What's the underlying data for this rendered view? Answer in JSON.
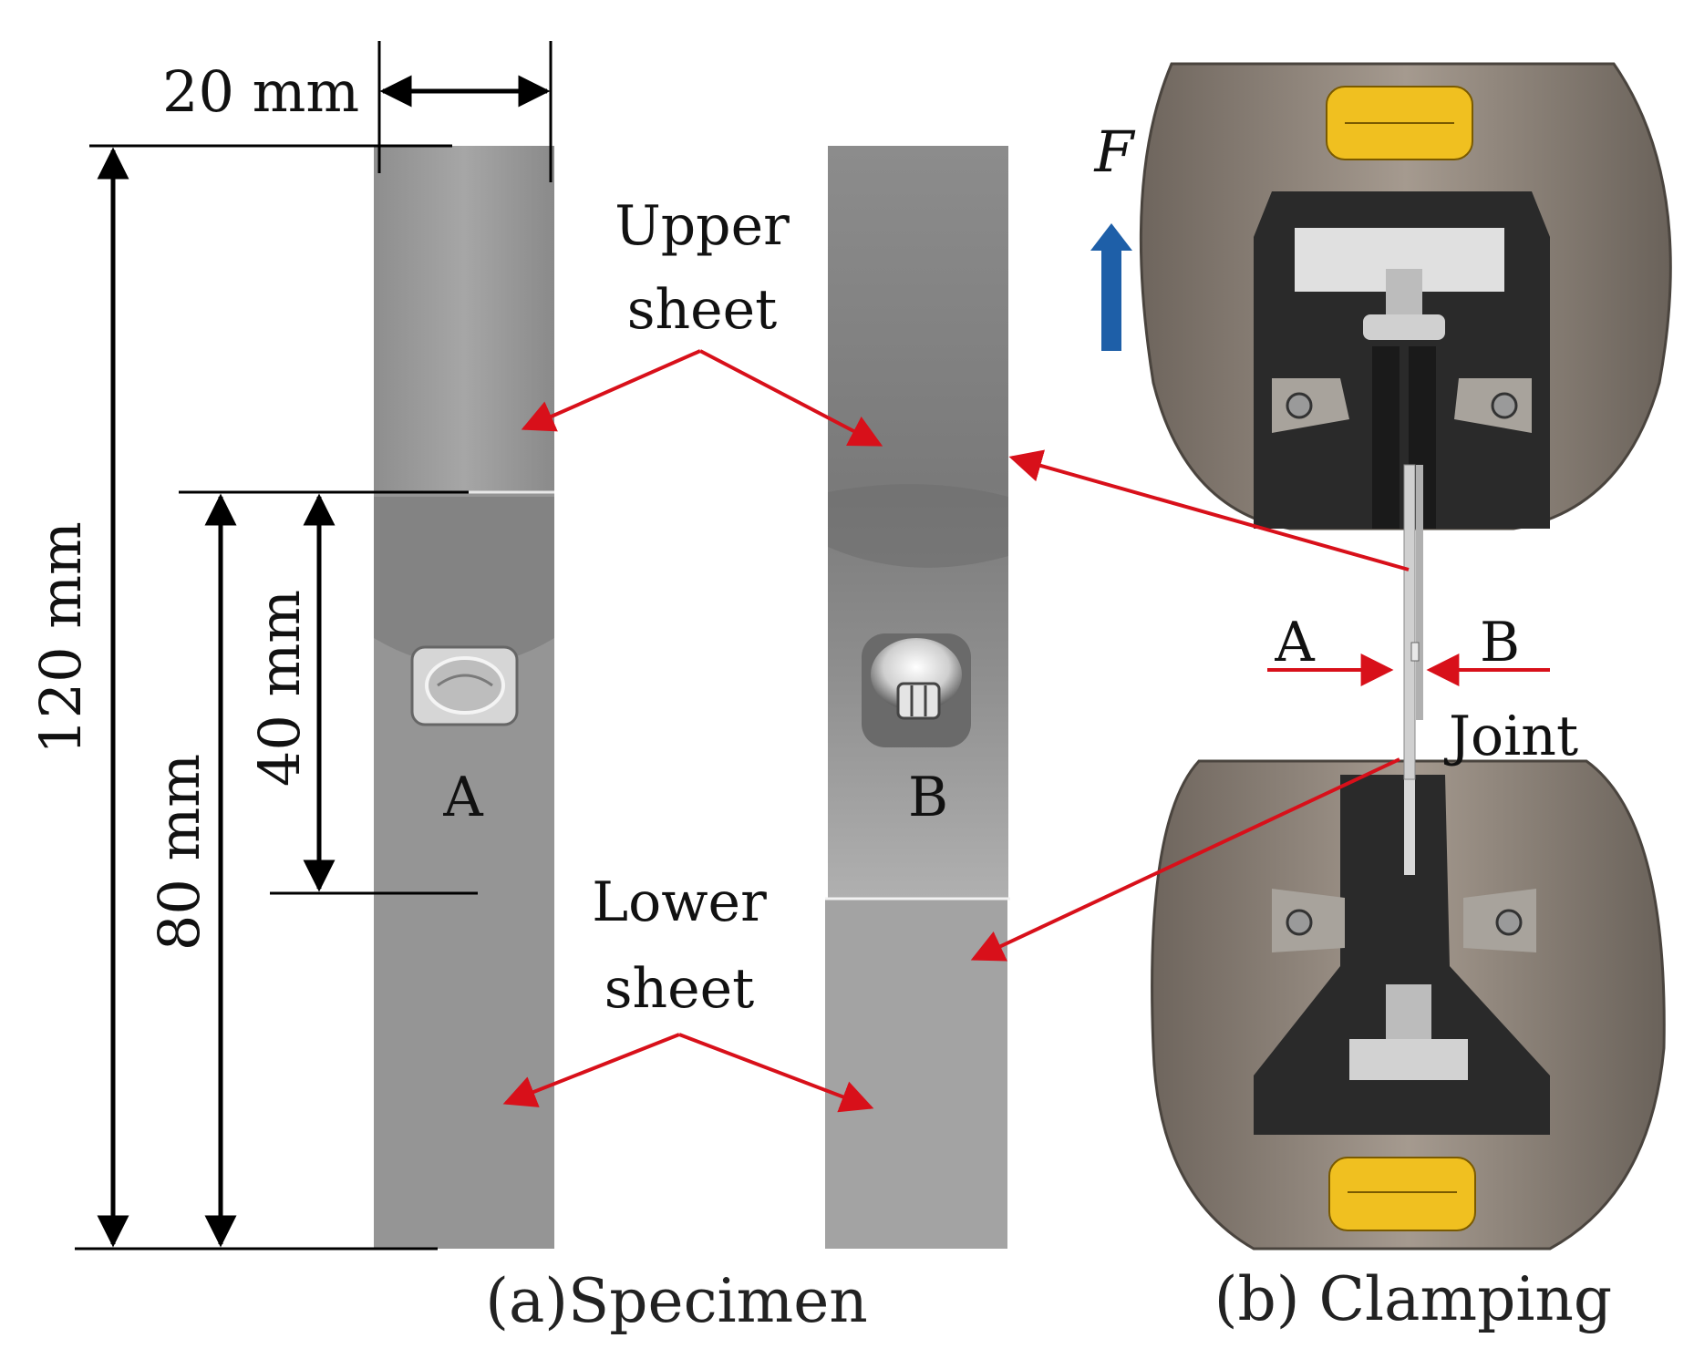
{
  "dimensions": {
    "width": "20 mm",
    "total_length": "120 mm",
    "lower_length": "80 mm",
    "overlap": "40 mm"
  },
  "labels": {
    "upper_sheet_line1": "Upper",
    "upper_sheet_line2": "sheet",
    "lower_sheet_line1": "Lower",
    "lower_sheet_line2": "sheet",
    "joint_a": "A",
    "joint_b": "B",
    "side_a": "A",
    "side_b": "B",
    "joint": "Joint",
    "force": "F"
  },
  "captions": {
    "a": "(a)Specimen",
    "b": "(b) Clamping"
  },
  "colors": {
    "arrow_red": "#d8101a",
    "force_blue": "#1e5fa8",
    "label_yellow": "#f0c020",
    "steel": "#9a9a9a",
    "clamp_body": "#8c8279"
  }
}
